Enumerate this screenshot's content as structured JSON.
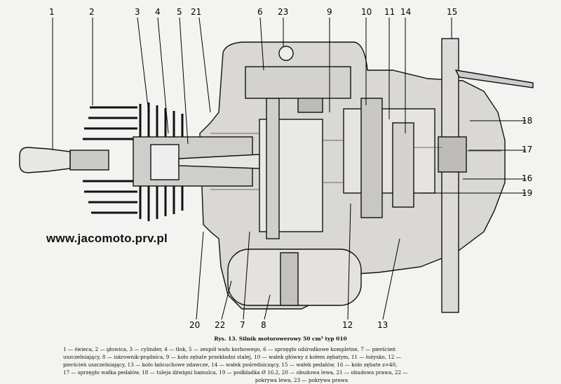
{
  "watermark": "www.jacomoto.prv.pl",
  "caption": "Rys. 13. Silnik motorowerowy 50 cm³ typ 010",
  "legend_lines": [
    "1 — świeca, 2 — głowica, 3 — cylinder, 4 — tłok, 5 — zespół wału korbowego, 6 — sprzęgło odśrodkowe kompletne, 7 — pierścień",
    "uszczelniający, 8 — iskrownik-prądnica, 9 — koło zębate przekładni stałej, 10 — wałek główny z kołem zębatym, 11 — łożysko, 12 —",
    "pierścień uszczelniający, 13 — koło łańcuchowe zdawcze, 14 — wałek pośredniczący, 15 — wałek pedałów, 16 — koło zębate z=40,",
    "17 — sprzęgło wałka pedałów, 18 — tuleja dźwigni hamulca, 19 — podkładka Ø 16.2, 20 — obudowa lewa, 21 — obudowa prawa, 22 —",
    "pokrywa lewa, 23 — pokrywa prawa"
  ],
  "callouts": {
    "n1": "1",
    "n2": "2",
    "n3": "3",
    "n4": "4",
    "n5": "5",
    "n21": "21",
    "n6": "6",
    "n23": "23",
    "n9": "9",
    "n10": "10",
    "n11": "11",
    "n14": "14",
    "n15": "15",
    "n18": "18",
    "n17": "17",
    "n16": "16",
    "n19": "19",
    "n20": "20",
    "n22": "22",
    "n7": "7",
    "n8": "8",
    "n12": "12",
    "n13": "13"
  }
}
